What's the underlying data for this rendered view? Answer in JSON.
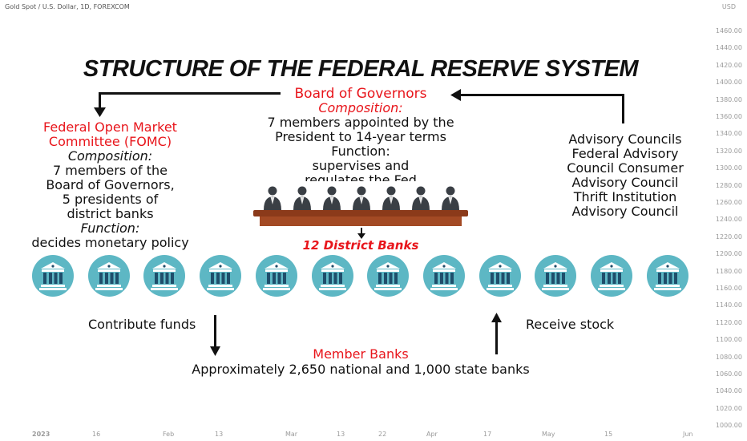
{
  "chart_header": "Gold Spot / U.S. Dollar, 1D, FOREXCOM",
  "axis": {
    "currency": "USD",
    "y_ticks": [
      "1460.00",
      "1440.00",
      "1420.00",
      "1400.00",
      "1380.00",
      "1360.00",
      "1340.00",
      "1320.00",
      "1300.00",
      "1280.00",
      "1260.00",
      "1240.00",
      "1220.00",
      "1200.00",
      "1180.00",
      "1160.00",
      "1140.00",
      "1120.00",
      "1100.00",
      "1080.00",
      "1060.00",
      "1040.00",
      "1020.00",
      "1000.00"
    ],
    "x_ticks": [
      "2023",
      "16",
      "Feb",
      "13",
      "Mar",
      "13",
      "22",
      "Apr",
      "17",
      "May",
      "15",
      "Jun"
    ]
  },
  "title": "STRUCTURE OF THE FEDERAL RESERVE SYSTEM",
  "board": {
    "heading": "Board of Governors",
    "composition_label": "Composition:",
    "composition_lines": [
      "7 members appointed by the",
      "President to 14-year terms"
    ],
    "function_label": "Function:",
    "function_lines": [
      "supervises and",
      "regulates the Fed"
    ]
  },
  "fomc": {
    "heading_lines": [
      "Federal Open Market",
      "Committee (FOMC)"
    ],
    "composition_label": "Composition:",
    "composition_lines": [
      "7 members of the",
      "Board of Governors,",
      "5 presidents of",
      "district banks"
    ],
    "function_label": "Function:",
    "function_text": "decides monetary policy"
  },
  "advisory": {
    "lines": [
      "Advisory Councils",
      "Federal Advisory",
      "Council Consumer",
      "Advisory Council",
      "Thrift Institution",
      "Advisory Council"
    ]
  },
  "district_banks": {
    "label": "12 District Banks",
    "count": 12,
    "icon": "bank-building-icon"
  },
  "member_banks": {
    "heading": "Member Banks",
    "text": "Approximately 2,650 national and 1,000 state banks",
    "contribute_label": "Contribute funds",
    "receive_label": "Receive stock"
  },
  "colors": {
    "accent_red": "#e8151b",
    "bank_teal": "#5db7c4",
    "bank_dark": "#1f4e6b",
    "desk_brown": "#8b3a1a"
  }
}
